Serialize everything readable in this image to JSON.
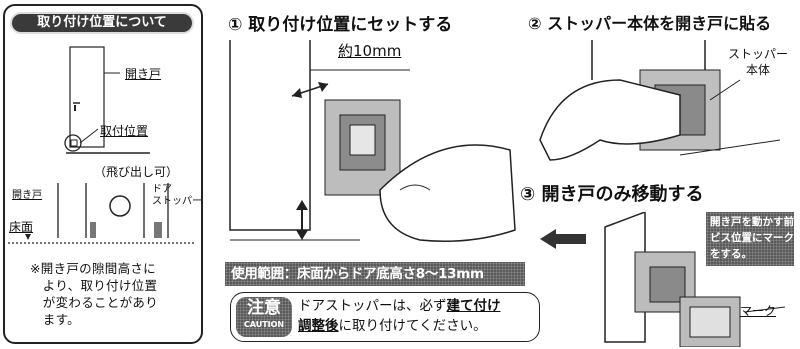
{
  "left_panel": {
    "title": "取り付け位置について",
    "door_label": "開き戸",
    "mount_position_label": "取付位置",
    "protrusion_ok": "（飛び出し可）",
    "door_small": "開き戸",
    "door_stopper_label": "ドア\nストッパー",
    "floor_label": "床面",
    "note": "※開き戸の隙間高さに\n　より、取り付け位置\n　が変わることがあり\n　ます。"
  },
  "steps": {
    "step1": "① 取り付け位置にセットする",
    "step2": "② ストッパー本体を開き戸に貼る",
    "step3": "③ 開き戸のみ移動する"
  },
  "labels": {
    "approx_10mm": "約10mm",
    "stopper_body": "ストッパー\n本体",
    "mark": "マーク",
    "mark_instruction": "開き戸を動かす前に\nビス位置にマーク\nをする。"
  },
  "usage_range": "使用範囲：床面からドア底高さ8〜13mm",
  "caution": {
    "badge_main": "注意",
    "badge_sub": "CAUTION",
    "text_line1_pre": "ドアストッパーは、必ず",
    "text_line1_bold": "建て付け",
    "text_line2_bold": "調整後",
    "text_line2_post": "に取り付けてください。"
  }
}
